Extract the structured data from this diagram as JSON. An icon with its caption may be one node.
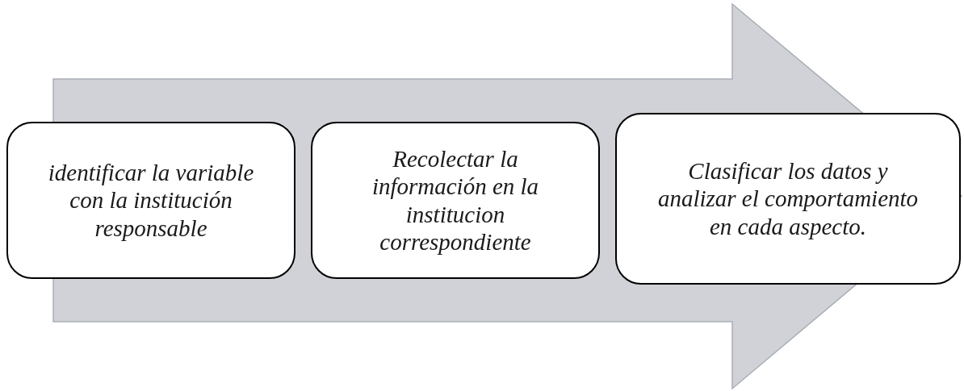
{
  "diagram": {
    "nodes": [
      {
        "text": [
          "identificar la variable con la institución responsable"
        ]
      },
      {
        "text": [
          "Recolectar la información en la institucion correspondiente"
        ]
      },
      {
        "text": [
          "Clasificar los datos y analizar el comportamiento en cada aspecto."
        ]
      }
    ],
    "edges": [
      {
        "from": 0,
        "to": 2,
        "arrow": "to"
      }
    ]
  }
}
